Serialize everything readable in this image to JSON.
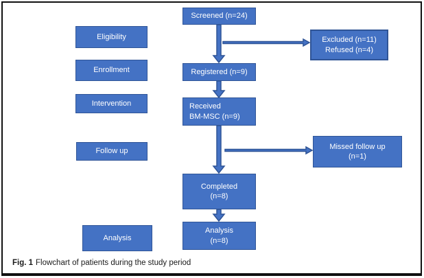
{
  "figure": {
    "caption_label": "Fig. 1",
    "caption_text": "Flowchart of patients during the study period"
  },
  "colors": {
    "box_fill": "#4472C4",
    "box_border": "#2F5496",
    "text": "#FFFFFF",
    "frame": "#101010"
  },
  "stages": [
    {
      "label": "Eligibility"
    },
    {
      "label": "Enrollment"
    },
    {
      "label": "Intervention"
    },
    {
      "label": "Follow up"
    },
    {
      "label": "Analysis"
    }
  ],
  "flow": {
    "screened": "Screened (n=24)",
    "registered": "Registered (n=9)",
    "received": "Received\nBM-MSC (n=9)",
    "completed": "Completed\n(n=8)",
    "analysis": "Analysis\n(n=8)"
  },
  "branches": {
    "excluded": "Excluded (n=11)\nRefused (n=4)",
    "missed_follow_up": "Missed follow up\n(n=1)"
  }
}
